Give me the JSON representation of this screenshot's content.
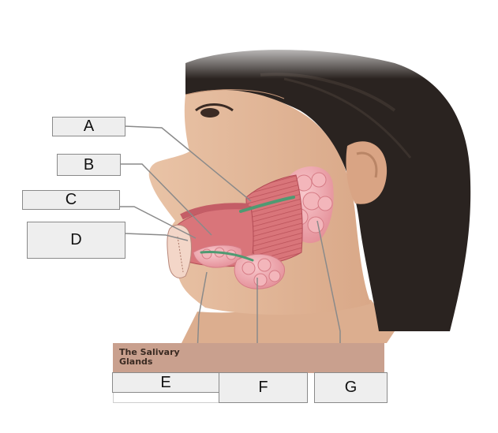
{
  "caption": {
    "line1": "The Salivary",
    "line2": "Glands"
  },
  "labels": {
    "a": "A",
    "b": "B",
    "c": "C",
    "d": "D",
    "e": "E",
    "f": "F",
    "g": "G"
  },
  "colors": {
    "skin": "#e2b89a",
    "hair": "#2a2320",
    "muscle": "#d9757a",
    "gland": "#f0aab0",
    "duct": "#4f9a72",
    "caption_band": "#c9a08e",
    "box_fill": "#eeeeee"
  }
}
